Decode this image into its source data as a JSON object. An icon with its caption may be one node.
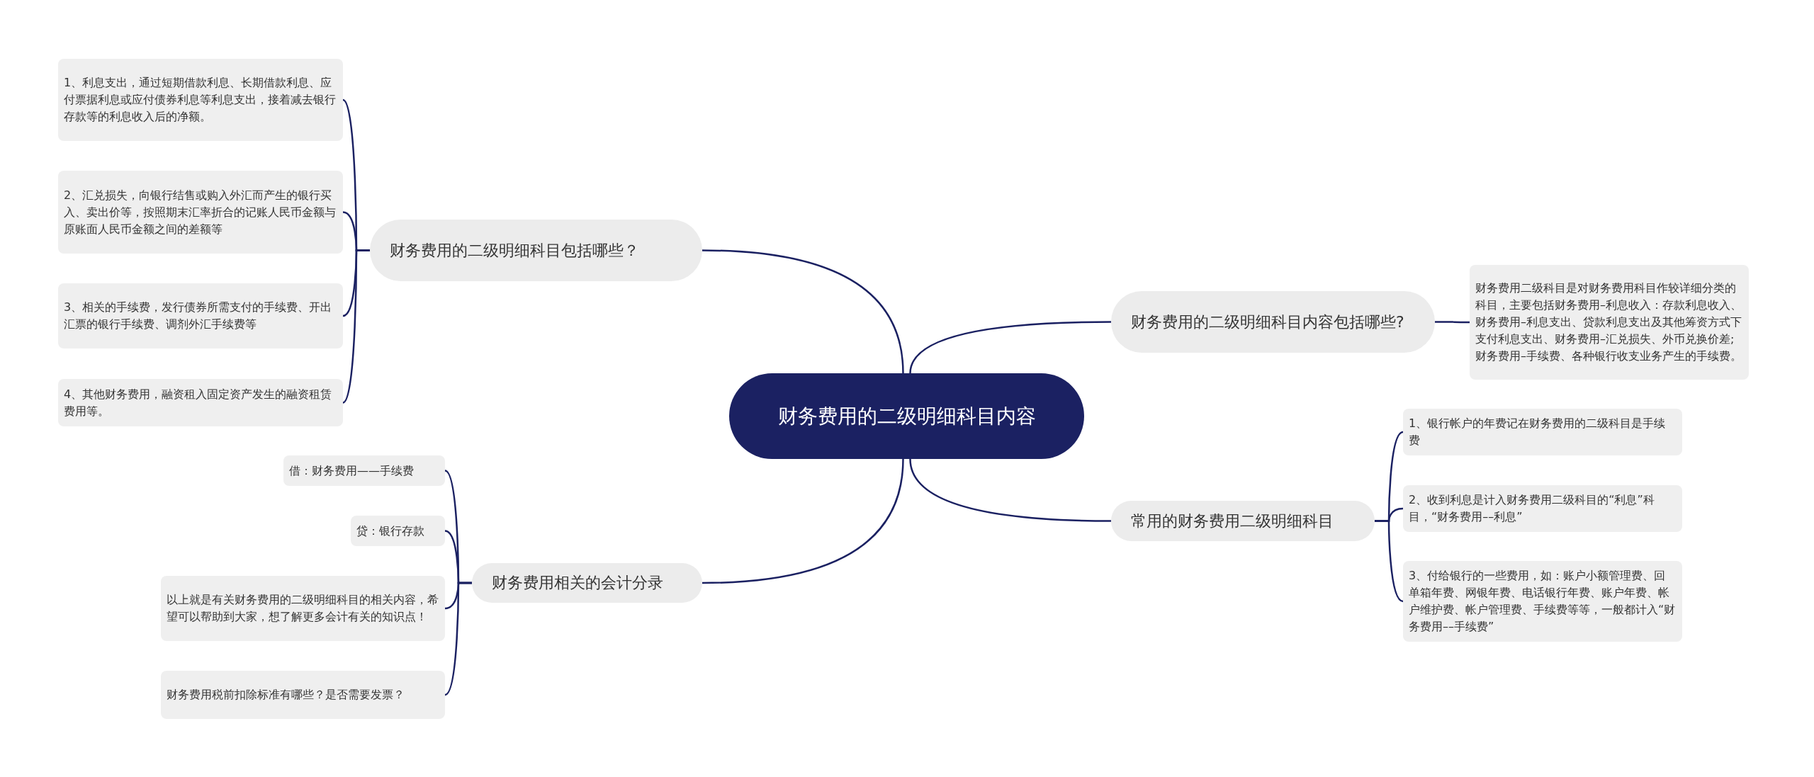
{
  "diagram": {
    "nodes": [
      {
        "text": [
          "财务费用的二级明细科目内容"
        ]
      },
      {
        "text": [
          "财务费用的二级明细科目包括哪些？"
        ]
      },
      {
        "text": [
          "1、利息支出，通过短期借款利息、长期借款利息、应付票据利息或应付债券利息等利息支出，接着减去银行存款等的利息收入后的净额。"
        ]
      },
      {
        "text": [
          "2、汇兑损失，向银行结售或购入外汇而产生的银行买入、卖出价等，按照期末汇率折合的记账人民币金额与原账面人民币金额之间的差额等"
        ]
      },
      {
        "text": [
          "3、相关的手续费，发行债券所需支付的手续费、开出汇票的银行手续费、调剂外汇手续费等"
        ]
      },
      {
        "text": [
          "4、其他财务费用，融资租入固定资产发生的融资租赁费用等。"
        ]
      },
      {
        "text": [
          "财务费用相关的会计分录"
        ]
      },
      {
        "text": [
          "借：财务费用——手续费"
        ]
      },
      {
        "text": [
          "贷：银行存款"
        ]
      },
      {
        "text": [
          "以上就是有关财务费用的二级明细科目的相关内容，希望可以帮助到大家，想了解更多会计有关的知识点！"
        ]
      },
      {
        "text": [
          "财务费用税前扣除标准有哪些？是否需要发票？"
        ]
      },
      {
        "text": [
          "财务费用的二级明细科目内容包括哪些?"
        ]
      },
      {
        "text": [
          "财务费用二级科目是对财务费用科目作较详细分类的科目，主要包括财务费用–利息收入：存款利息收入、财务费用–利息支出、贷款利息支出及其他筹资方式下支付利息支出、财务费用–汇兑损失、外币兑换价差;财务费用–手续费、各种银行收支业务产生的手续费。"
        ]
      },
      {
        "text": [
          "常用的财务费用二级明细科目"
        ]
      },
      {
        "text": [
          "1、银行帐户的年费记在财务费用的二级科目是手续费"
        ]
      },
      {
        "text": [
          "2、收到利息是计入财务费用二级科目的“利息”科目，“财务费用––利息”"
        ]
      },
      {
        "text": [
          "3、付给银行的一些费用，如：账户小额管理费、回单箱年费、网银年费、电话银行年费、账户年费、帐户维护费、帐户管理费、手续费等等，一般都计入“财务费用––手续费”"
        ]
      }
    ],
    "edges": [
      {
        "from": 0,
        "to": 1,
        "arrow": "none"
      },
      {
        "from": 0,
        "to": 6,
        "arrow": "none"
      },
      {
        "from": 0,
        "to": 11,
        "arrow": "none"
      },
      {
        "from": 0,
        "to": 13,
        "arrow": "none"
      },
      {
        "from": 1,
        "to": 2,
        "arrow": "none"
      },
      {
        "from": 1,
        "to": 3,
        "arrow": "none"
      },
      {
        "from": 1,
        "to": 4,
        "arrow": "none"
      },
      {
        "from": 1,
        "to": 5,
        "arrow": "none"
      },
      {
        "from": 6,
        "to": 7,
        "arrow": "none"
      },
      {
        "from": 6,
        "to": 8,
        "arrow": "none"
      },
      {
        "from": 6,
        "to": 9,
        "arrow": "none"
      },
      {
        "from": 6,
        "to": 10,
        "arrow": "none"
      },
      {
        "from": 11,
        "to": 12,
        "arrow": "none"
      },
      {
        "from": 13,
        "to": 14,
        "arrow": "none"
      },
      {
        "from": 13,
        "to": 15,
        "arrow": "none"
      },
      {
        "from": 13,
        "to": 16,
        "arrow": "none"
      }
    ]
  }
}
